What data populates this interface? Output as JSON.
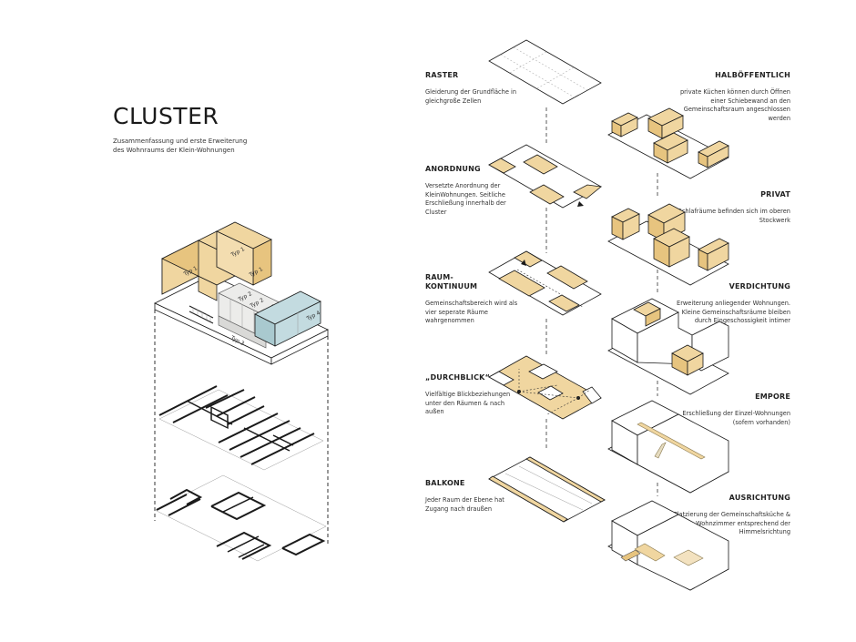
{
  "header": {
    "title": "CLUSTER",
    "intro": "Zusammenfassung und erste Erweiterung des Wohnraums der Klein-Wohnungen"
  },
  "cluster_model": {
    "block_labels": [
      "Typ 1",
      "Typ 1",
      "Typ 1",
      "Typ 2",
      "Typ 2",
      "Typ 2",
      "Typ 3",
      "Typ 4"
    ],
    "colors": {
      "ochre": "#f0d6a0",
      "grey": "#ececea",
      "blue": "#c3dbe0"
    }
  },
  "left_steps": [
    {
      "title": "RASTER",
      "desc": "Gleiderung der Grundfläche in gleichgroße Zellen"
    },
    {
      "title": "ANORDNUNG",
      "desc": "Versetzte Anordnung der KleinWohnungen. Seitliche Erschließung innerhalb der Cluster"
    },
    {
      "title": "RAUM-\nKONTINUUM",
      "desc": "Gemeinschaftsbereich wird als vier seperate Räume wahrgenommen"
    },
    {
      "title": "„DURCHBLICK“",
      "desc": "Vielfältige Blickbeziehungen unter den Räumen & nach außen"
    },
    {
      "title": "BALKONE",
      "desc": "Jeder Raum der Ebene hat Zugang nach draußen"
    }
  ],
  "right_steps": [
    {
      "title": "HALBÖFFENTLICH",
      "desc": "private Küchen können durch Öffnen einer Schiebewand an den Gemeinschaftsraum angeschlossen werden"
    },
    {
      "title": "PRIVAT",
      "desc": "Schlafräume befinden sich im oberen Stockwerk"
    },
    {
      "title": "VERDICHTUNG",
      "desc": "Erweiterung anliegender Wohnungen. Kleine Gemeinschaftsräume bleiben durch Eingeschossigkeit intimer"
    },
    {
      "title": "EMPORE",
      "desc": "Erschließung der Einzel-Wohnungen (sofern vorhanden)"
    },
    {
      "title": "AUSRICHTUNG",
      "desc": "Platzierung der Gemeinschaftsküche & Wohnzimmer entsprechend der Himmelsrichtung"
    }
  ]
}
